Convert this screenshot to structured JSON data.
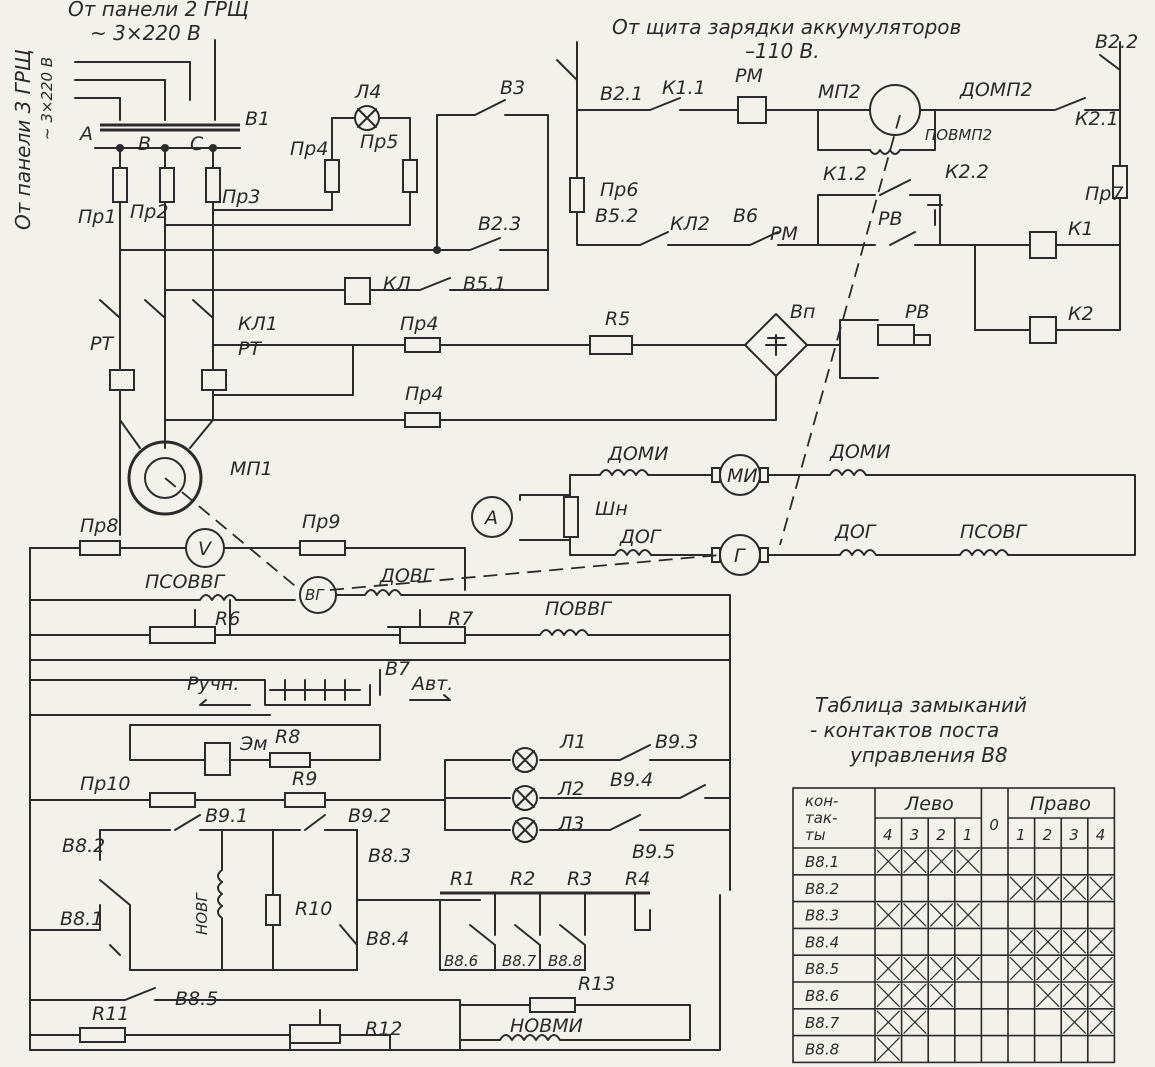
{
  "headers": {
    "panel2": "От панели 2 ГРЩ",
    "voltage2": "~ 3×220 В",
    "panel3": "От панели 3 ГРЩ",
    "voltage3": "~ 3×220 В",
    "charge": "От щита зарядки аккумуляторов",
    "charge_v": "–110 В."
  },
  "labels": {
    "A": "А",
    "B": "В",
    "C": "С",
    "B1": "В1",
    "Pr1": "Пр1",
    "Pr2": "Пр2",
    "Pr3": "Пр3",
    "L4": "Л4",
    "Pr4a": "Пр4",
    "Pr5": "Пр5",
    "B3": "В3",
    "B23": "В2.3",
    "KL": "КЛ",
    "B51": "В5.1",
    "B21": "В2.1",
    "K11": "К1.1",
    "RM1": "РМ",
    "MP2": "МП2",
    "DOMP2": "ДОМП2",
    "B22": "В2.2",
    "POVMP2": "ПОВМП2",
    "K21": "К2.1",
    "Pr6": "Пр6",
    "B52": "В5.2",
    "KL2": "КЛ2",
    "B6": "В6",
    "RM2": "РМ",
    "K12": "К1.2",
    "K22": "К2.2",
    "Pr7": "Пр7",
    "RV1": "РВ",
    "K1": "К1",
    "K2": "К2",
    "KL1": "КЛ1",
    "RT1": "РТ",
    "RT2": "РТ",
    "Pr4b": "Пр4",
    "R5": "R5",
    "VP": "Вп",
    "RV2": "РВ",
    "Pr4c": "Пр4",
    "MP1": "МП1",
    "DOMI1": "ДОМИ",
    "MI": "МИ",
    "DOMI2": "ДОМИ",
    "Am": "А",
    "Shn": "Шн",
    "DOG1": "ДОГ",
    "G": "Г",
    "DOG2": "ДОГ",
    "PSOVG": "ПСОВГ",
    "Pr8": "Пр8",
    "V": "V",
    "Pr9": "Пр9",
    "PSOVVG": "ПСОВВГ",
    "VG": "ВГ",
    "DOVG": "ДОВГ",
    "R6": "R6",
    "R7": "R7",
    "POVVG": "ПОВВГ",
    "Ruchn": "Ручн.",
    "B7": "В7",
    "Avt": "Авт.",
    "Em": "Эм",
    "R8": "R8",
    "Pr10": "Пр10",
    "R9": "R9",
    "L1": "Л1",
    "B93": "В9.3",
    "L2": "Л2",
    "B94": "В9.4",
    "L3": "Л3",
    "B95": "В9.5",
    "B91": "В9.1",
    "B92": "В9.2",
    "B82": "В8.2",
    "B83": "В8.3",
    "NOVG": "НОВГ",
    "R10": "R10",
    "B81": "В8.1",
    "B84": "В8.4",
    "R1": "R1",
    "R2": "R2",
    "R3": "R3",
    "R4": "R4",
    "B86": "В8.6",
    "B87": "В8.7",
    "B88": "В8.8",
    "B85": "В8.5",
    "R13": "R13",
    "R11": "R11",
    "R12": "R12",
    "NOVMI": "НОВМИ"
  },
  "table": {
    "title1": "Таблица замыканий",
    "title2": "- контактов поста",
    "title3": "управления В8",
    "col_contacts": "кон-\nтак-\nты",
    "left_hdr": "Лево",
    "right_hdr": "Право",
    "left_cols": [
      "4",
      "3",
      "2",
      "1"
    ],
    "zero": "0",
    "right_cols": [
      "1",
      "2",
      "3",
      "4"
    ],
    "rows": [
      {
        "name": "В8.1",
        "left": [
          1,
          1,
          1,
          1
        ],
        "right": [
          0,
          0,
          0,
          0
        ]
      },
      {
        "name": "В8.2",
        "left": [
          0,
          0,
          0,
          0
        ],
        "right": [
          1,
          1,
          1,
          1
        ]
      },
      {
        "name": "В8.3",
        "left": [
          1,
          1,
          1,
          1
        ],
        "right": [
          0,
          0,
          0,
          0
        ]
      },
      {
        "name": "В8.4",
        "left": [
          0,
          0,
          0,
          0
        ],
        "right": [
          1,
          1,
          1,
          1
        ]
      },
      {
        "name": "В8.5",
        "left": [
          1,
          1,
          1,
          1
        ],
        "right": [
          1,
          1,
          1,
          1
        ]
      },
      {
        "name": "В8.6",
        "left": [
          1,
          1,
          1,
          0
        ],
        "right": [
          0,
          1,
          1,
          1
        ]
      },
      {
        "name": "В8.7",
        "left": [
          1,
          1,
          0,
          0
        ],
        "right": [
          0,
          0,
          1,
          1
        ]
      },
      {
        "name": "В8.8",
        "left": [
          1,
          0,
          0,
          0
        ],
        "right": [
          0,
          0,
          0,
          0
        ]
      }
    ]
  }
}
